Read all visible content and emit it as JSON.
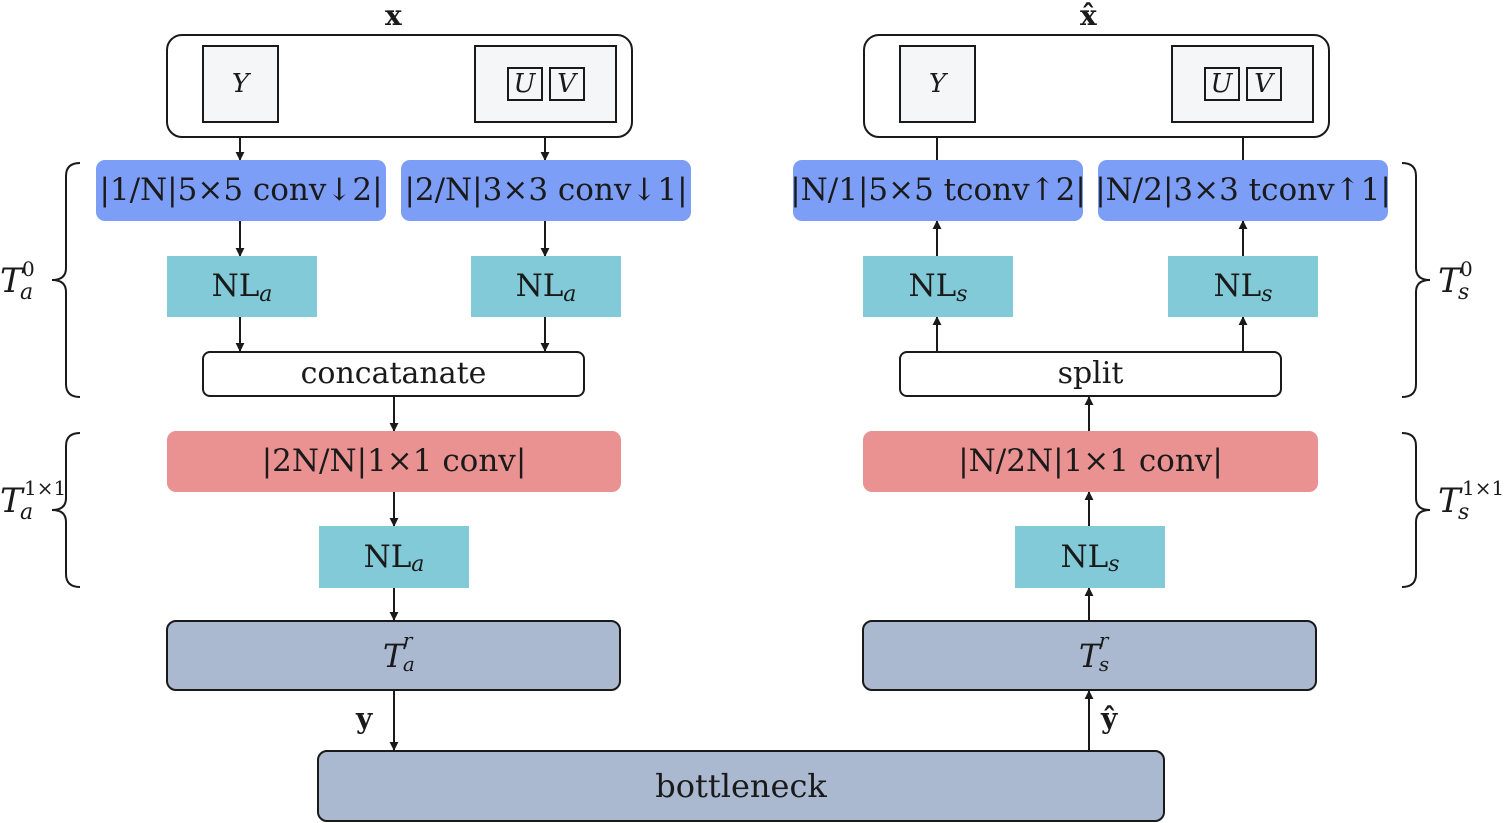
{
  "colors": {
    "outline": "#1a1a1a",
    "channel_fill": "#f5f6f8",
    "conv_blue": "#7d9ef6",
    "nl_teal": "#82cad7",
    "proj_red": "#ea9292",
    "rest_gray": "#aab9d0"
  },
  "analysis": {
    "input_label": "x",
    "channel_y": "Y",
    "channel_u": "U",
    "channel_v": "V",
    "conv_y": "|1/N|5×5 conv↓2|",
    "conv_uv": "|2/N|3×3 conv↓1|",
    "nl_base": "NL",
    "nl_sub": "a",
    "merge": "concatanate",
    "proj": "|2N/N|1×1 conv|",
    "rest_base": "T",
    "rest_sup": "r",
    "rest_sub": "a",
    "output_signal": "y",
    "group_top": {
      "base": "T",
      "sub": "a",
      "sup": "0"
    },
    "group_bottom": {
      "base": "T",
      "sub": "a",
      "sup": "1×1"
    }
  },
  "synthesis": {
    "output_label": "x̂",
    "channel_y": "Y",
    "channel_u": "U",
    "channel_v": "V",
    "tconv_y": "|N/1|5×5 tconv↑2|",
    "tconv_uv": "|N/2|3×3 tconv↑1|",
    "nl_base": "NL",
    "nl_sub": "s",
    "split": "split",
    "proj": "|N/2N|1×1 conv|",
    "rest_base": "T",
    "rest_sup": "r",
    "rest_sub": "s",
    "input_signal": "ŷ",
    "group_top": {
      "base": "T",
      "sub": "s",
      "sup": "0"
    },
    "group_bottom": {
      "base": "T",
      "sub": "s",
      "sup": "1×1"
    }
  },
  "bottleneck": "bottleneck"
}
